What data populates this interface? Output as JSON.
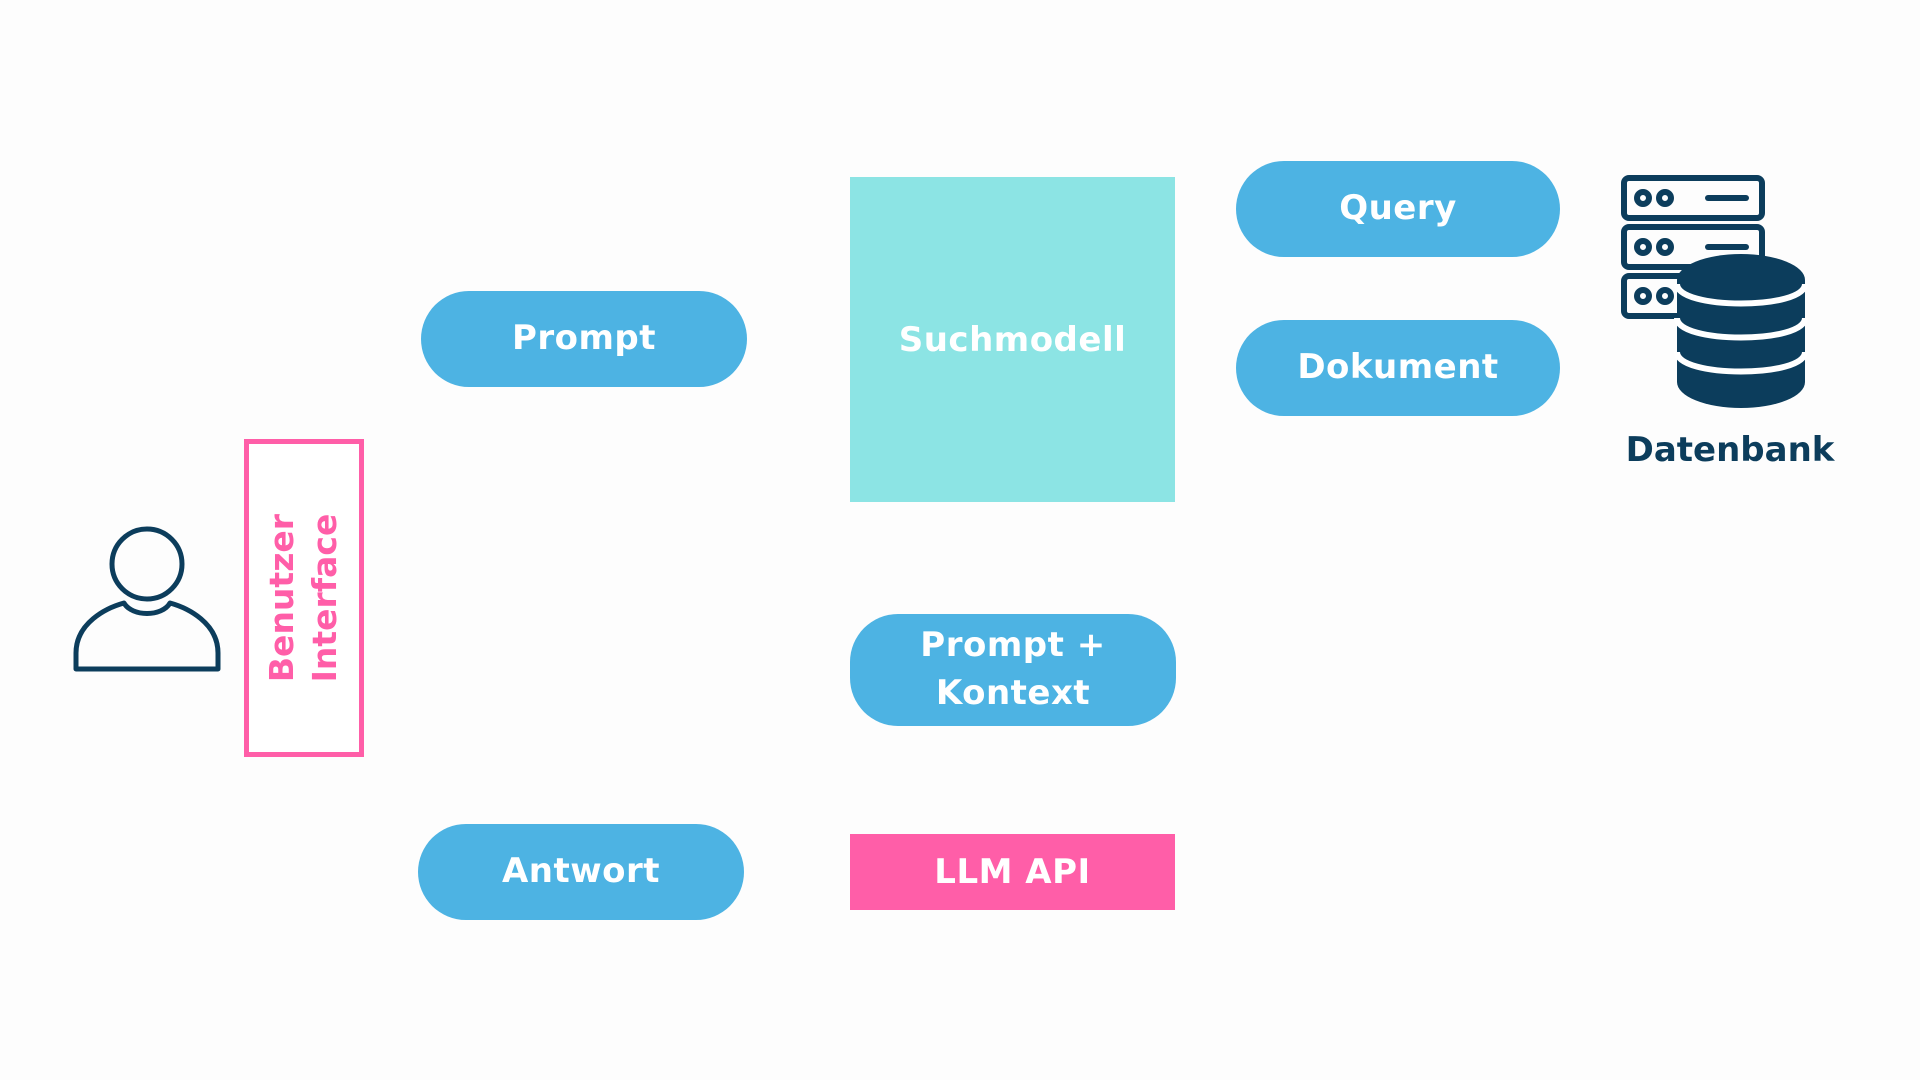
{
  "colors": {
    "pill": "#4db3e3",
    "search_model": "#8ce4e4",
    "accent_pink": "#ff5ea8",
    "dark_blue": "#0c3d5c"
  },
  "nodes": {
    "user": {
      "icon": "user-icon"
    },
    "interface": {
      "line1": "Benutzer",
      "line2": "Interface"
    },
    "prompt": "Prompt",
    "antwort": "Antwort",
    "suchmodell": "Suchmodell",
    "prompt_kontext": {
      "line1": "Prompt +",
      "line2": "Kontext"
    },
    "llm_api": "LLM API",
    "query": "Query",
    "dokument": "Dokument",
    "datenbank": {
      "label": "Datenbank",
      "icon": "database-server-icon"
    }
  }
}
